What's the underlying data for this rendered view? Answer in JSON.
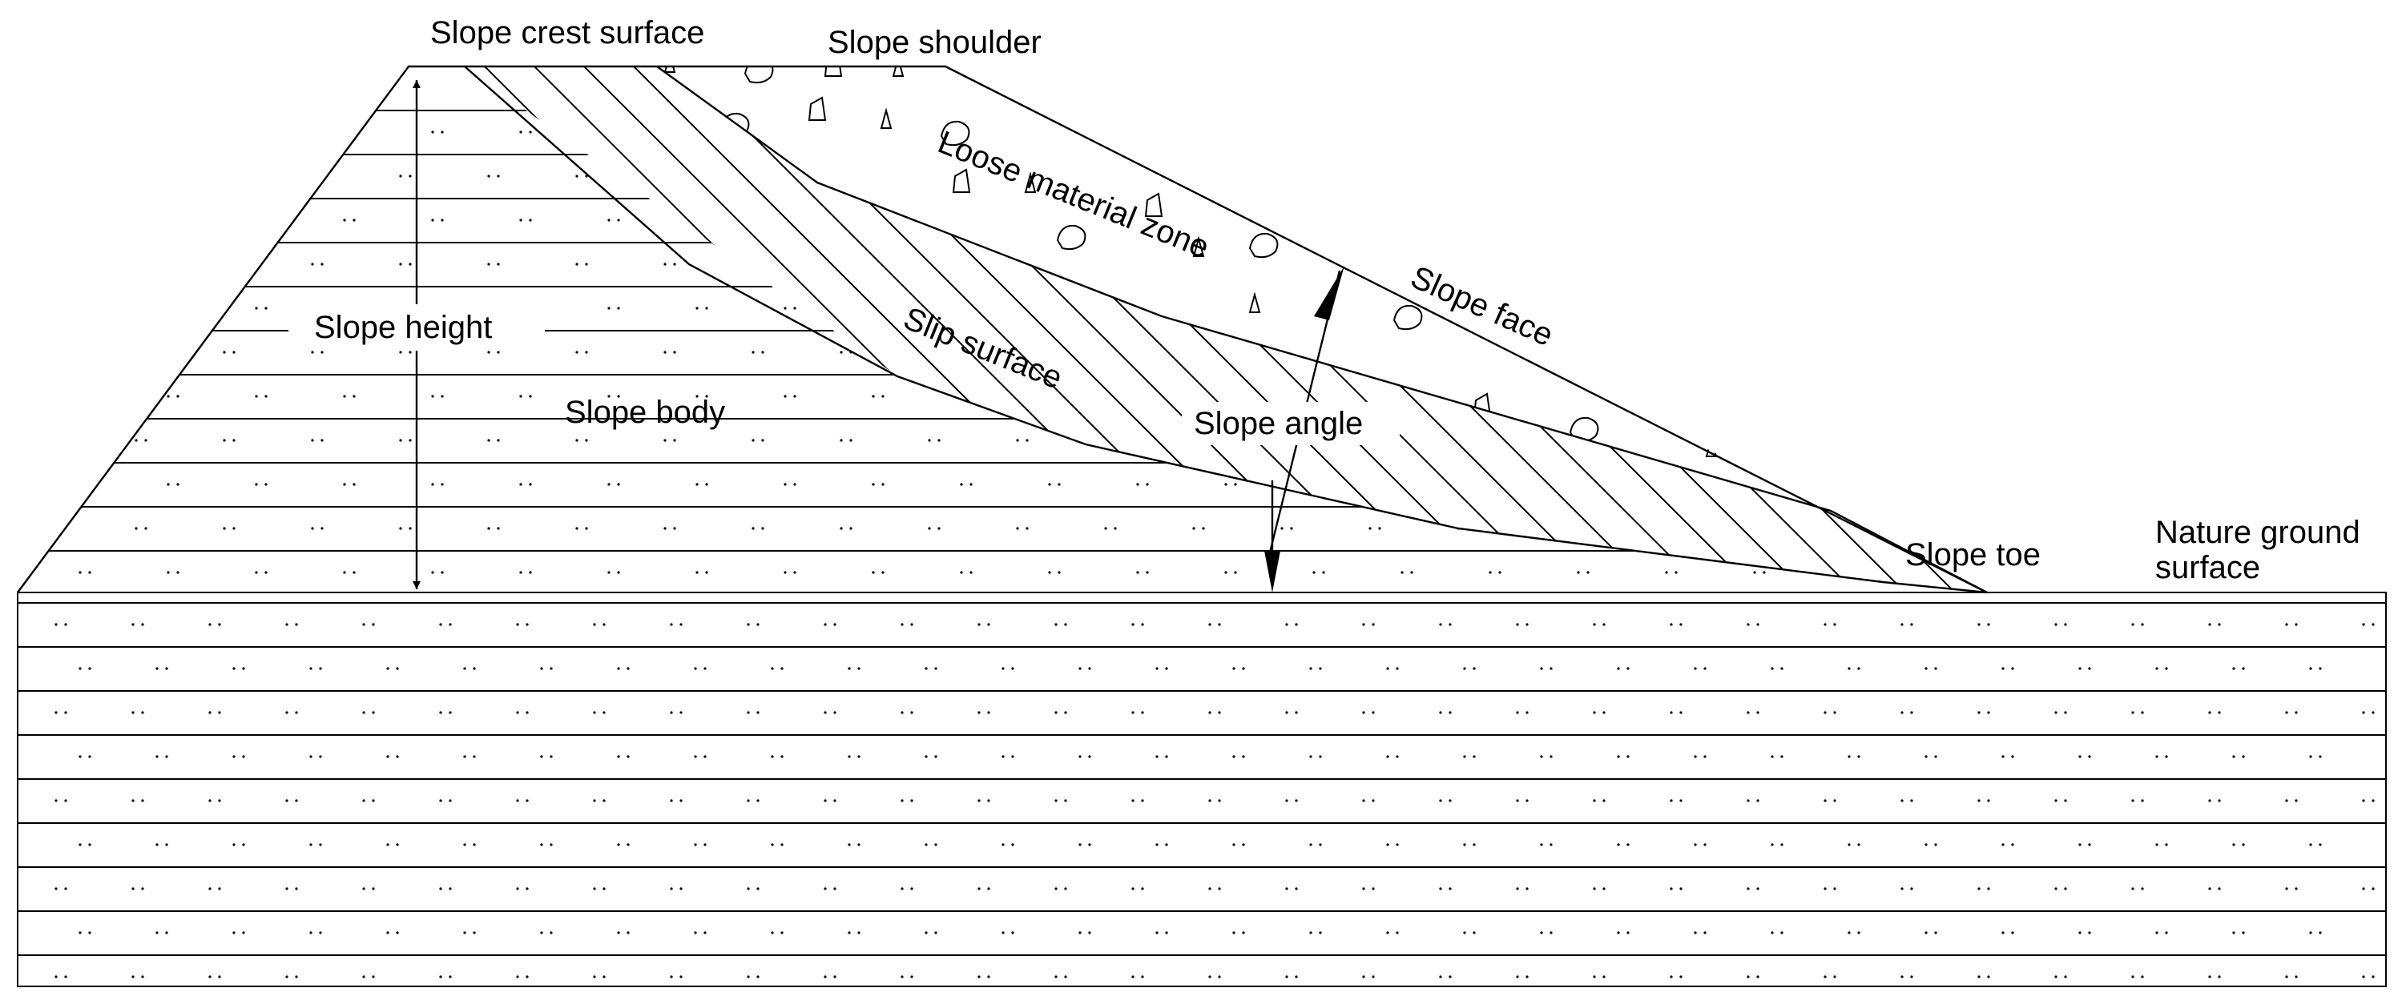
{
  "labels": {
    "crest": "Slope crest surface",
    "shoulder": "Slope shoulder",
    "loose_zone": "Loose material zone",
    "face": "Slope face",
    "height": "Slope height",
    "slip": "Slip surface",
    "body": "Slope body",
    "angle": "Slope angle",
    "toe": "Slope toe",
    "ground_line1": "Nature ground",
    "ground_line2": "surface"
  },
  "colors": {
    "line": "#000000",
    "background": "#ffffff"
  }
}
